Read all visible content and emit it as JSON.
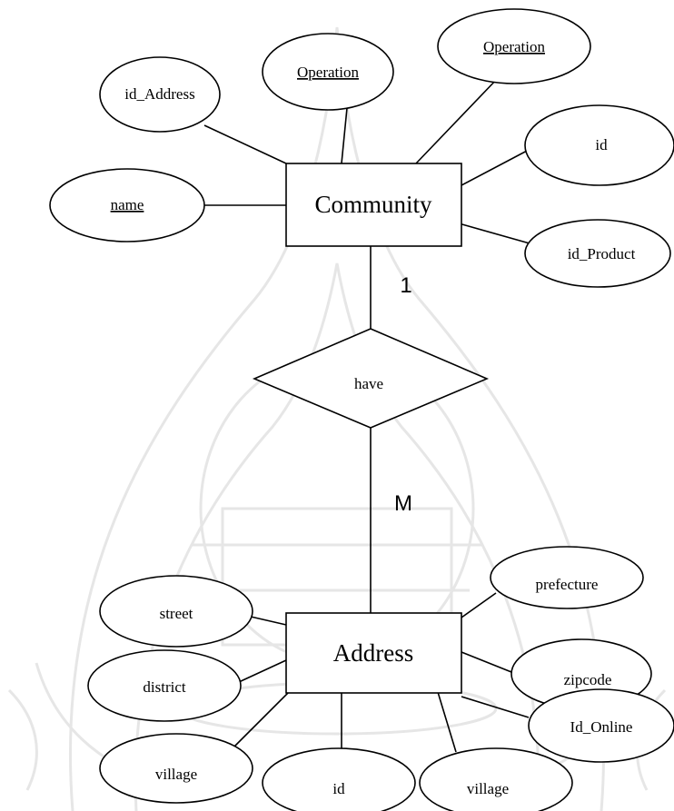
{
  "entities": {
    "community": "Community",
    "address": "Address"
  },
  "relationship": {
    "label": "have",
    "card_top": "1",
    "card_bottom": "M"
  },
  "community_attributes": {
    "id_address": "id_Address",
    "operation_1": "Operation",
    "operation_2": "Operation",
    "id": "id",
    "name": "name",
    "id_product": "id_Product"
  },
  "address_attributes": {
    "prefecture": "prefecture",
    "street": "street",
    "zipcode": "zipcode",
    "district": "district",
    "id_online": "Id_Online",
    "village_left": "village",
    "id": "id",
    "village_right": "village"
  }
}
